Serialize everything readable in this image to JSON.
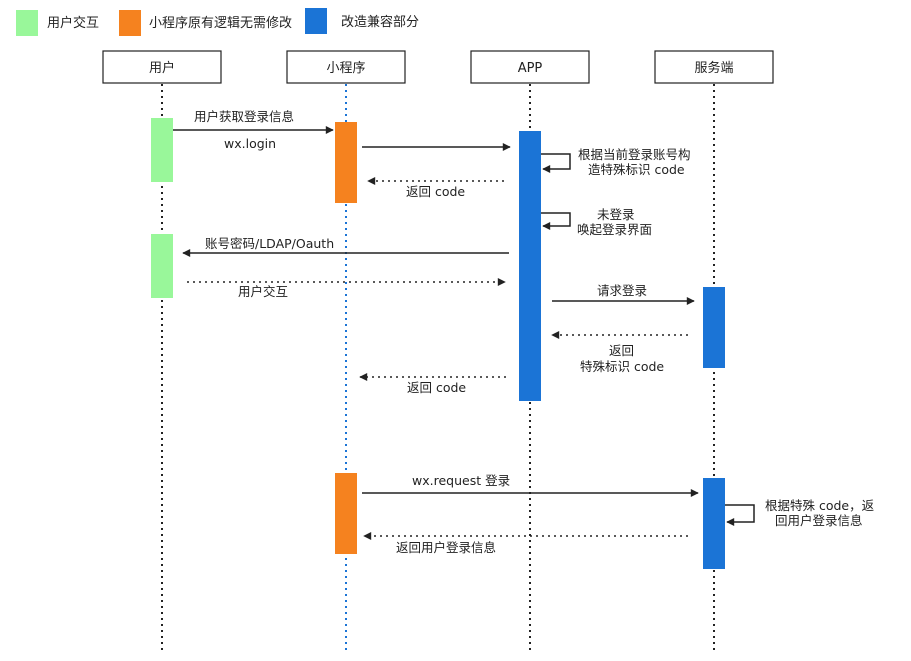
{
  "legend": [
    {
      "label": "用户交互",
      "color": "#99f79a"
    },
    {
      "label": "小程序原有逻辑无需修改",
      "color": "#f5821f"
    },
    {
      "label": "改造兼容部分",
      "color": "#1b74d6"
    }
  ],
  "participants": [
    "用户",
    "小程序",
    "APP",
    "服务端"
  ],
  "messages": {
    "m1": "用户获取登录信息",
    "m2": "wx.login",
    "m3_line1": "根据当前登录账号构",
    "m3_line2": "造特殊标识 code",
    "m4": "返回 code",
    "m5_line1": "未登录",
    "m5_line2": "唤起登录界面",
    "m6": "账号密码/LDAP/Oauth",
    "m7": "用户交互",
    "m8": "请求登录",
    "m9_line1": "返回",
    "m9_line2": "特殊标识 code",
    "m10": "返回 code",
    "m11": "wx.request 登录",
    "m12_line1": "根据特殊 code，返",
    "m12_line2": "回用户登录信息",
    "m13": "返回用户登录信息"
  }
}
